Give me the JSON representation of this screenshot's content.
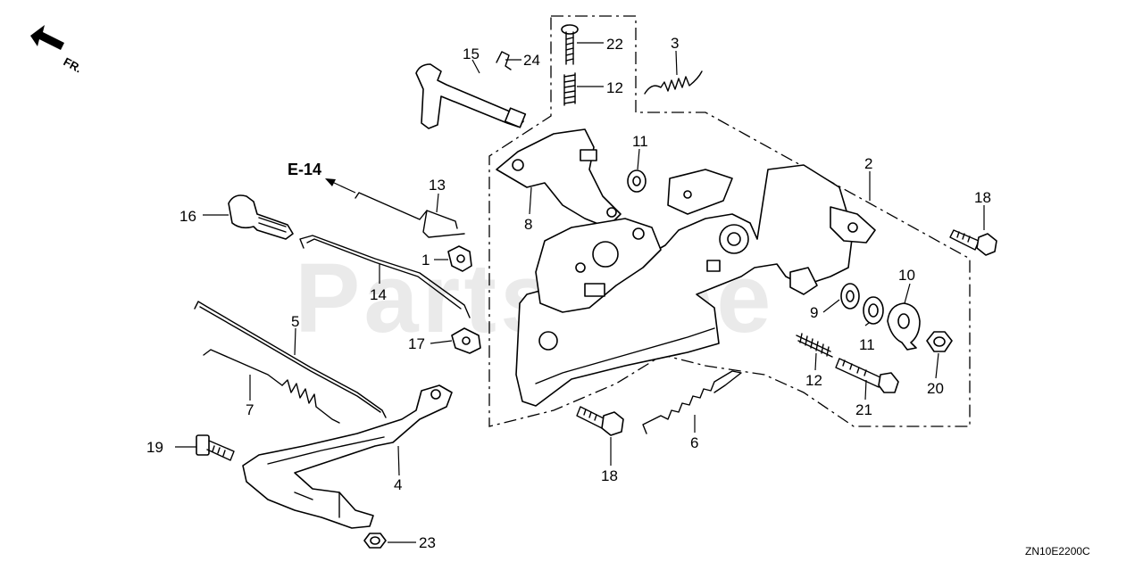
{
  "watermark": "PartsTree",
  "diagram_code": "ZN10E2200C",
  "orientation_label": "FR.",
  "reference_label": "E-14",
  "callouts": {
    "c1": "1",
    "c2": "2",
    "c3": "3",
    "c4": "4",
    "c5": "5",
    "c6": "6",
    "c7": "7",
    "c8": "8",
    "c9": "9",
    "c10": "10",
    "c11a": "11",
    "c11b": "11",
    "c12a": "12",
    "c12b": "12",
    "c13": "13",
    "c14": "14",
    "c15": "15",
    "c16": "16",
    "c17": "17",
    "c18a": "18",
    "c18b": "18",
    "c19": "19",
    "c20": "20",
    "c21": "21",
    "c22": "22",
    "c23": "23",
    "c24": "24"
  }
}
